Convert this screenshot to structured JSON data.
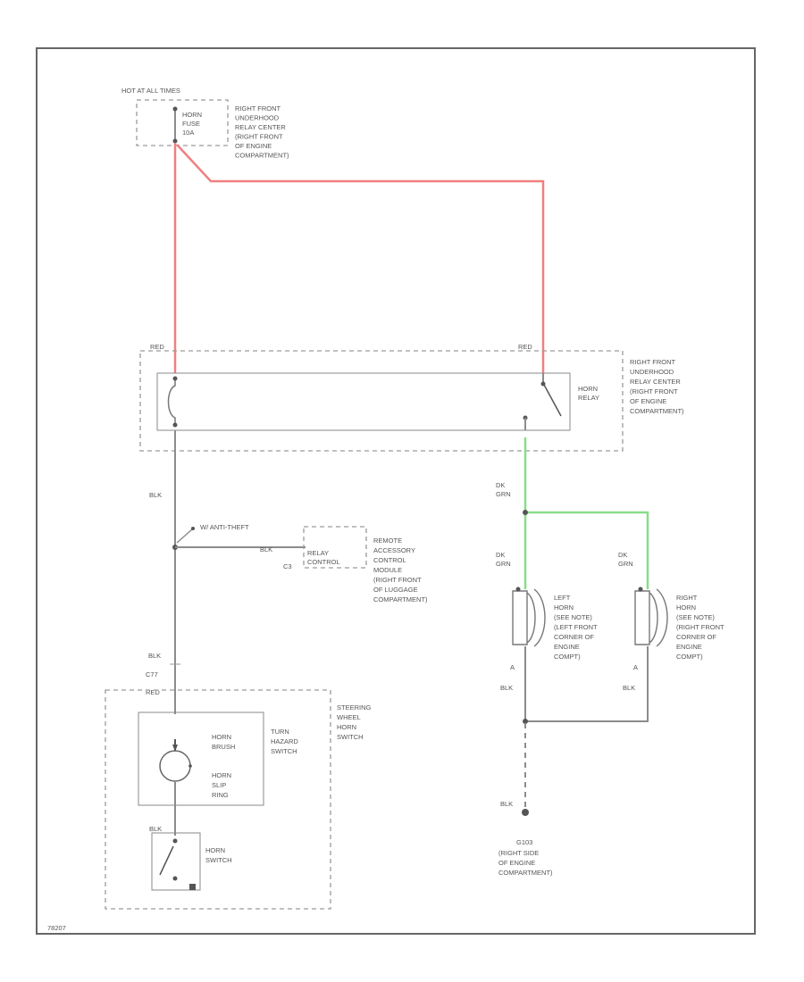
{
  "colors": {
    "red_wire": "#f08080",
    "green_wire": "#88dd88",
    "black_wire": "#8c8c8c"
  },
  "labels": {
    "hot_at_all_times": "HOT AT ALL TIMES",
    "horn_fuse": [
      "HORN",
      "FUSE",
      "10A"
    ],
    "fuse_location": [
      "RIGHT FRONT",
      "UNDERHOOD",
      "RELAY CENTER",
      "(RIGHT FRONT",
      "OF ENGINE",
      "COMPARTMENT)"
    ],
    "red_left": "RED",
    "red_right": "RED",
    "horn_relay": [
      "HORN",
      "RELAY"
    ],
    "relay_location": [
      "RIGHT FRONT",
      "UNDERHOOD",
      "RELAY CENTER",
      "(RIGHT FRONT",
      "OF ENGINE",
      "COMPARTMENT)"
    ],
    "blk_upper": "BLK",
    "anti_theft": "W/ ANTI-THEFT",
    "blk_side": "BLK",
    "c3": "C3",
    "relay_control": [
      "RELAY",
      "CONTROL"
    ],
    "module": [
      "REMOTE",
      "ACCESSORY",
      "CONTROL",
      "MODULE",
      "(RIGHT FRONT",
      "OF LUGGAGE",
      "COMPARTMENT)"
    ],
    "dk_grn_top": [
      "DK",
      "GRN"
    ],
    "dk_grn_left": [
      "DK",
      "GRN"
    ],
    "dk_grn_right": [
      "DK",
      "GRN"
    ],
    "left_horn": [
      "LEFT",
      "HORN",
      "(SEE NOTE)",
      "(LEFT FRONT",
      "CORNER OF",
      "ENGINE",
      "COMPT)"
    ],
    "right_horn": [
      "RIGHT",
      "HORN",
      "(SEE NOTE)",
      "(RIGHT FRONT",
      "CORNER OF",
      "ENGINE",
      "COMPT)"
    ],
    "pin_a_left": "A",
    "pin_a_right": "A",
    "blk_horn_left": "BLK",
    "blk_horn_right": "BLK",
    "blk_lower": "BLK",
    "c_lower": "C77",
    "red_lower": "RED",
    "horn_brush": [
      "HORN",
      "BRUSH"
    ],
    "turn_hazard": [
      "TURN",
      "HAZARD",
      "SWITCH"
    ],
    "horn_slip_ring": [
      "HORN",
      "SLIP",
      "RING"
    ],
    "steering_wheel": [
      "STEERING",
      "WHEEL",
      "HORN",
      "SWITCH"
    ],
    "blk_switch": "BLK",
    "horn_switch": [
      "HORN",
      "SWITCH"
    ],
    "blk_ground": "BLK",
    "ground_name": "G103",
    "ground_location": [
      "(RIGHT SIDE",
      "OF ENGINE",
      "COMPARTMENT)"
    ],
    "figure_id": "78207"
  }
}
